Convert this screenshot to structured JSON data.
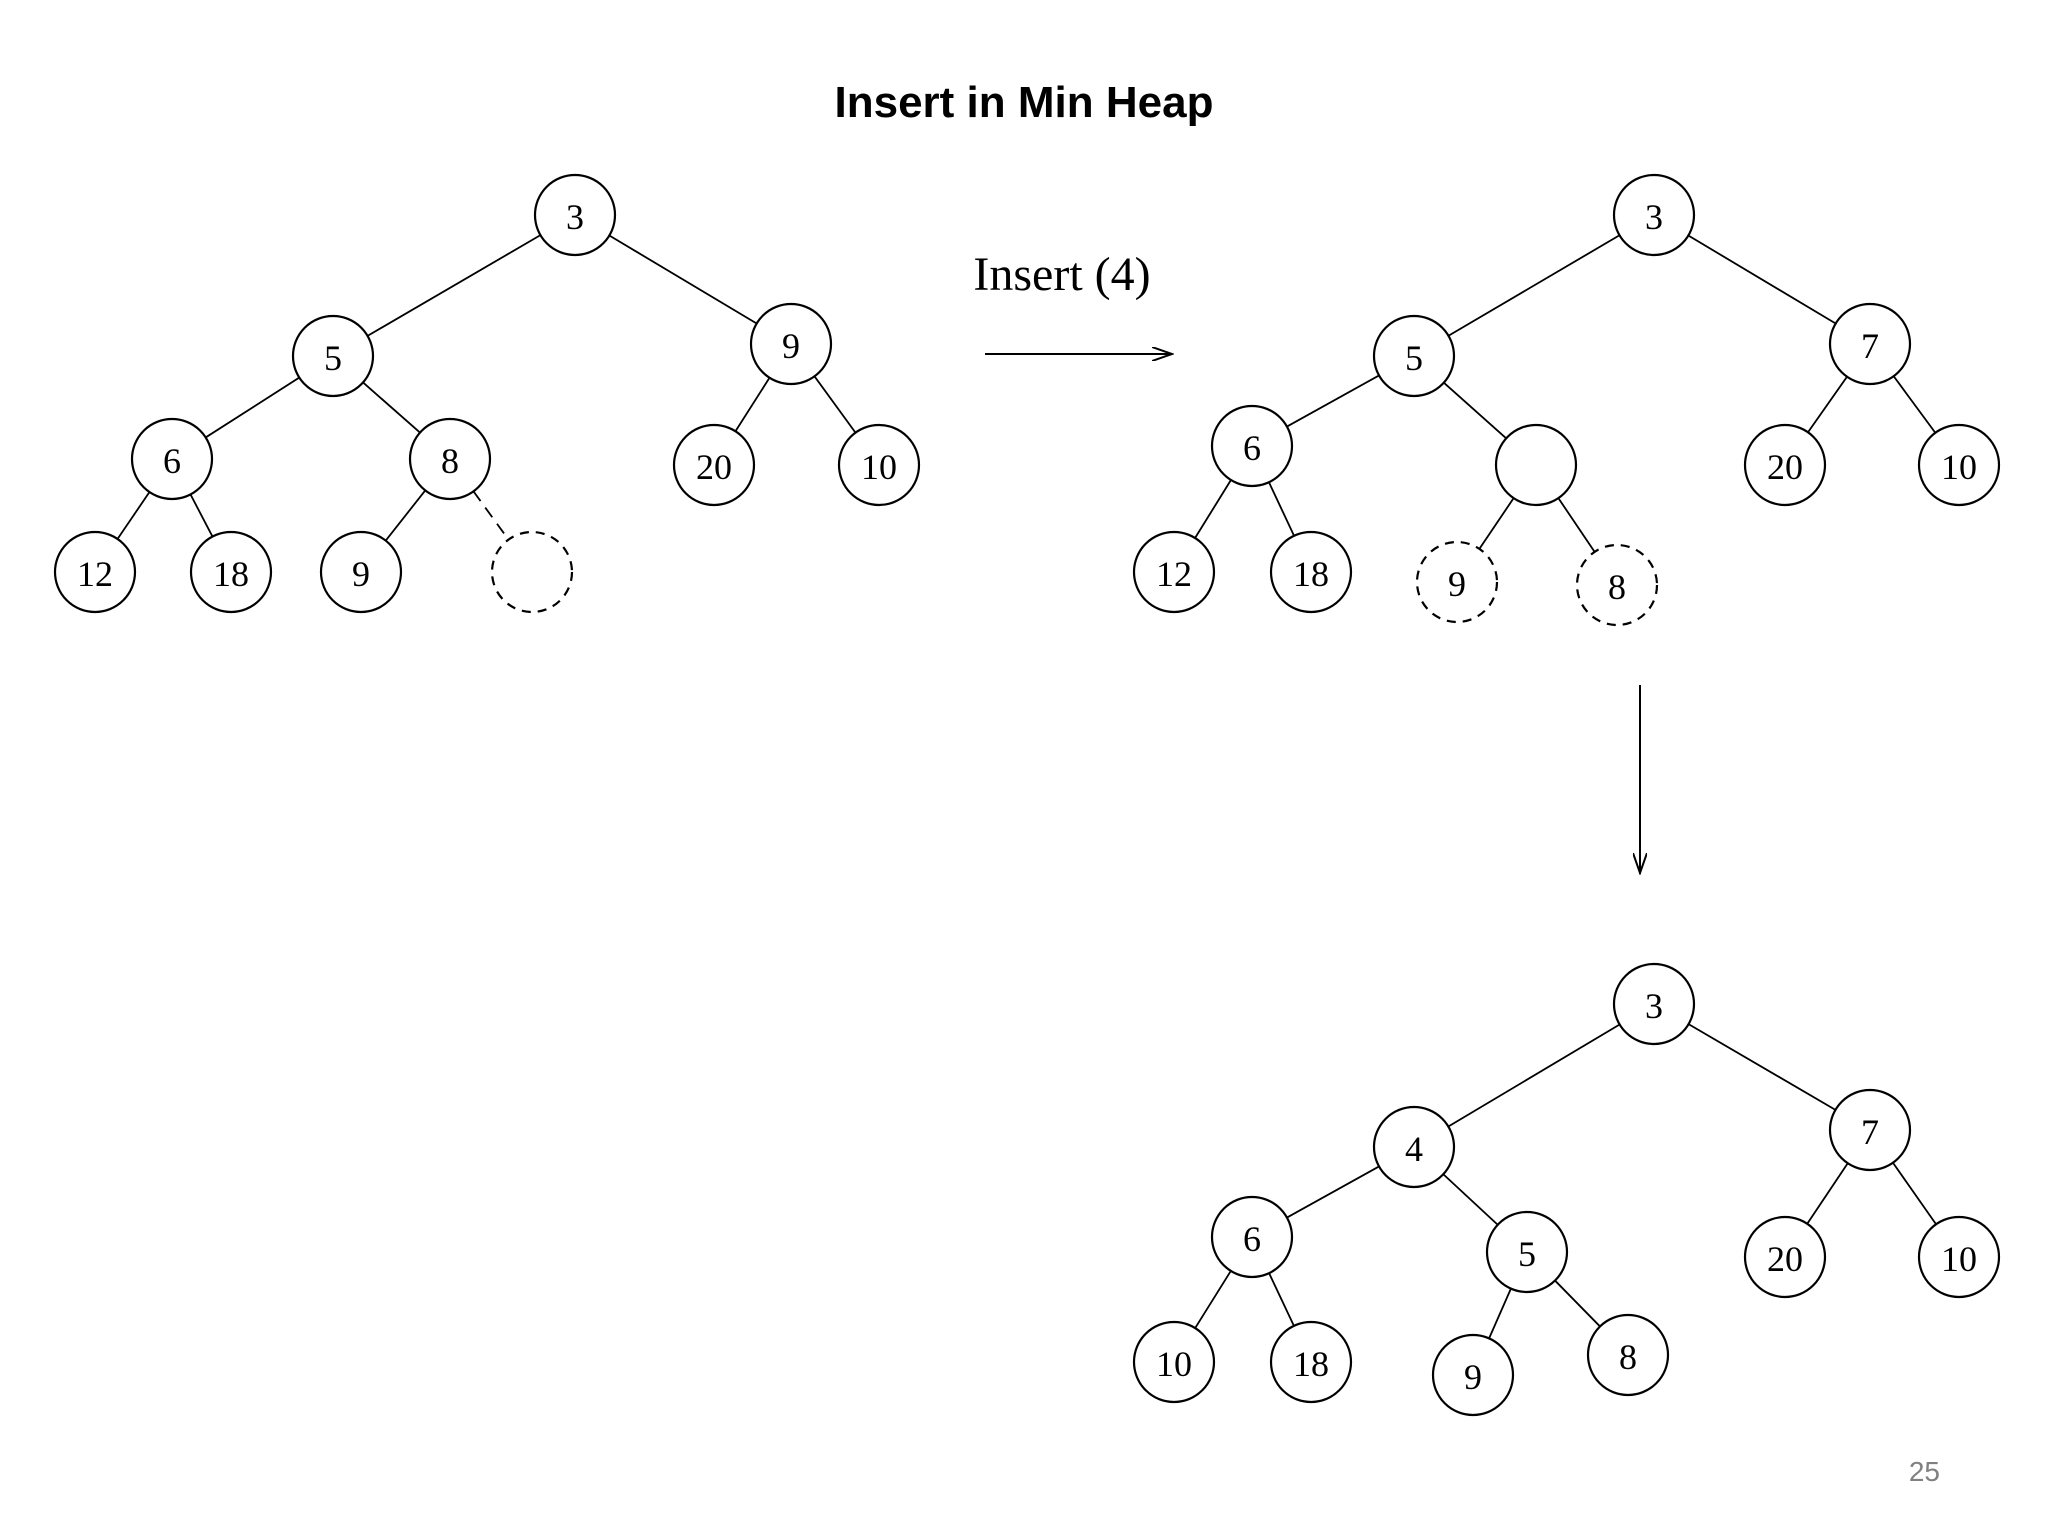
{
  "slide": {
    "title": "Insert in Min Heap",
    "page_number": "25"
  },
  "operation": {
    "label": "Insert (4)"
  },
  "trees": [
    {
      "id": "initial",
      "nodes": [
        {
          "id": "a1",
          "label": "3",
          "dashed": false
        },
        {
          "id": "a2",
          "label": "5",
          "dashed": false
        },
        {
          "id": "a3",
          "label": "9",
          "dashed": false
        },
        {
          "id": "a4",
          "label": "6",
          "dashed": false
        },
        {
          "id": "a5",
          "label": "8",
          "dashed": false
        },
        {
          "id": "a6",
          "label": "20",
          "dashed": false
        },
        {
          "id": "a7",
          "label": "10",
          "dashed": false
        },
        {
          "id": "a8",
          "label": "12",
          "dashed": false
        },
        {
          "id": "a9",
          "label": "18",
          "dashed": false
        },
        {
          "id": "a10",
          "label": "9",
          "dashed": false
        },
        {
          "id": "a11",
          "label": "",
          "dashed": true
        }
      ],
      "edges": [
        {
          "from": "a1",
          "to": "a2",
          "dashed": false
        },
        {
          "from": "a1",
          "to": "a3",
          "dashed": false
        },
        {
          "from": "a2",
          "to": "a4",
          "dashed": false
        },
        {
          "from": "a2",
          "to": "a5",
          "dashed": false
        },
        {
          "from": "a3",
          "to": "a6",
          "dashed": false
        },
        {
          "from": "a3",
          "to": "a7",
          "dashed": false
        },
        {
          "from": "a4",
          "to": "a8",
          "dashed": false
        },
        {
          "from": "a4",
          "to": "a9",
          "dashed": false
        },
        {
          "from": "a5",
          "to": "a10",
          "dashed": false
        },
        {
          "from": "a5",
          "to": "a11",
          "dashed": true
        }
      ]
    },
    {
      "id": "intermediate",
      "nodes": [
        {
          "id": "b1",
          "label": "3",
          "dashed": false
        },
        {
          "id": "b2",
          "label": "5",
          "dashed": false
        },
        {
          "id": "b3",
          "label": "7",
          "dashed": false
        },
        {
          "id": "b4",
          "label": "6",
          "dashed": false
        },
        {
          "id": "b5",
          "label": "",
          "dashed": false
        },
        {
          "id": "b6",
          "label": "20",
          "dashed": false
        },
        {
          "id": "b7",
          "label": "10",
          "dashed": false
        },
        {
          "id": "b8",
          "label": "12",
          "dashed": false
        },
        {
          "id": "b9",
          "label": "18",
          "dashed": false
        },
        {
          "id": "b10",
          "label": "9",
          "dashed": true
        },
        {
          "id": "b11",
          "label": "8",
          "dashed": true
        }
      ],
      "edges": [
        {
          "from": "b1",
          "to": "b2",
          "dashed": false
        },
        {
          "from": "b1",
          "to": "b3",
          "dashed": false
        },
        {
          "from": "b2",
          "to": "b4",
          "dashed": false
        },
        {
          "from": "b2",
          "to": "b5",
          "dashed": false
        },
        {
          "from": "b3",
          "to": "b6",
          "dashed": false
        },
        {
          "from": "b3",
          "to": "b7",
          "dashed": false
        },
        {
          "from": "b4",
          "to": "b8",
          "dashed": false
        },
        {
          "from": "b4",
          "to": "b9",
          "dashed": false
        },
        {
          "from": "b5",
          "to": "b10",
          "dashed": false
        },
        {
          "from": "b5",
          "to": "b11",
          "dashed": false
        }
      ]
    },
    {
      "id": "final",
      "nodes": [
        {
          "id": "c1",
          "label": "3",
          "dashed": false
        },
        {
          "id": "c2",
          "label": "4",
          "dashed": false
        },
        {
          "id": "c3",
          "label": "7",
          "dashed": false
        },
        {
          "id": "c4",
          "label": "6",
          "dashed": false
        },
        {
          "id": "c5",
          "label": "5",
          "dashed": false
        },
        {
          "id": "c6",
          "label": "20",
          "dashed": false
        },
        {
          "id": "c7",
          "label": "10",
          "dashed": false
        },
        {
          "id": "c8",
          "label": "10",
          "dashed": false
        },
        {
          "id": "c9",
          "label": "18",
          "dashed": false
        },
        {
          "id": "c10",
          "label": "9",
          "dashed": false
        },
        {
          "id": "c11",
          "label": "8",
          "dashed": false
        }
      ],
      "edges": [
        {
          "from": "c1",
          "to": "c2",
          "dashed": false
        },
        {
          "from": "c1",
          "to": "c3",
          "dashed": false
        },
        {
          "from": "c2",
          "to": "c4",
          "dashed": false
        },
        {
          "from": "c2",
          "to": "c5",
          "dashed": false
        },
        {
          "from": "c3",
          "to": "c6",
          "dashed": false
        },
        {
          "from": "c3",
          "to": "c7",
          "dashed": false
        },
        {
          "from": "c4",
          "to": "c8",
          "dashed": false
        },
        {
          "from": "c4",
          "to": "c9",
          "dashed": false
        },
        {
          "from": "c5",
          "to": "c10",
          "dashed": false
        },
        {
          "from": "c5",
          "to": "c11",
          "dashed": false
        }
      ]
    }
  ]
}
